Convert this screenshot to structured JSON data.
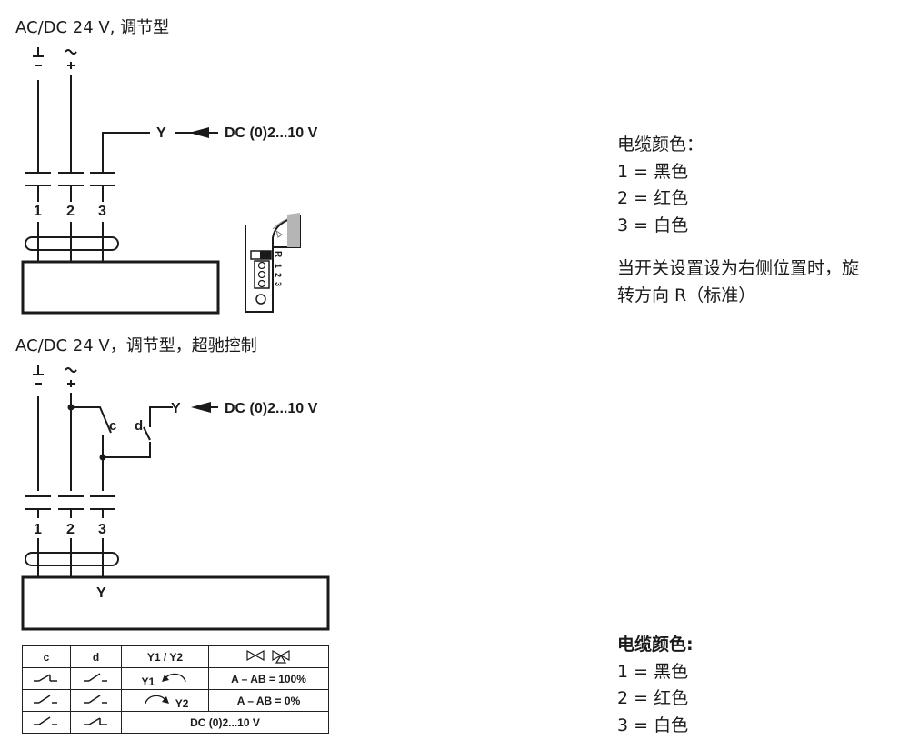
{
  "diagram1": {
    "heading": "AC/DC 24 V, 调节型",
    "terminal_symbols": [
      "⊥",
      "~",
      "–",
      "+"
    ],
    "terminals": [
      "1",
      "2",
      "3"
    ],
    "signal_label": "Y",
    "signal_source": "DC (0)2...10 V",
    "switch_panel": {
      "rotation_label": "R",
      "slots": [
        "1",
        "2",
        "3"
      ]
    }
  },
  "diagram2": {
    "heading": "AC/DC 24 V，调节型，超驰控制",
    "terminal_symbols": [
      "⊥",
      "~",
      "–",
      "+"
    ],
    "terminals": [
      "1",
      "2",
      "3"
    ],
    "contacts": [
      "c",
      "d"
    ],
    "signal_label": "Y",
    "signal_source": "DC (0)2...10 V",
    "box_label": "Y"
  },
  "note1": {
    "title": "电缆颜色：",
    "lines": [
      "1 = 黑色",
      "2 = 红色",
      "3 = 白色"
    ],
    "rotation_note_line1": "当开关设置设为右侧位置时，旋",
    "rotation_note_line2": "转方向 R（标准）"
  },
  "note2": {
    "title": "电缆颜色:",
    "lines": [
      "1 = 黑色",
      "2 = 红色",
      "3 = 白色"
    ]
  },
  "logic_table": {
    "headers": [
      "c",
      "d",
      "Y1 / Y2"
    ],
    "header_icon": "valve-positions-icon",
    "rows": [
      {
        "c_icon": "contact-closed-icon",
        "d_icon": "contact-open-icon",
        "y_label": "Y1",
        "y_icon": "rotate-ccw-icon",
        "result": "A – AB = 100%"
      },
      {
        "c_icon": "contact-open-icon",
        "d_icon": "contact-open-icon",
        "y_label": "Y2",
        "y_icon": "rotate-cw-icon",
        "result": "A – AB = 0%"
      },
      {
        "c_icon": "contact-open-icon",
        "d_icon": "contact-closed-icon",
        "result": "DC (0)2...10 V"
      }
    ]
  },
  "colors": {
    "line": "#1a1a1a",
    "text": "#1a1a1a",
    "background": "#ffffff"
  }
}
